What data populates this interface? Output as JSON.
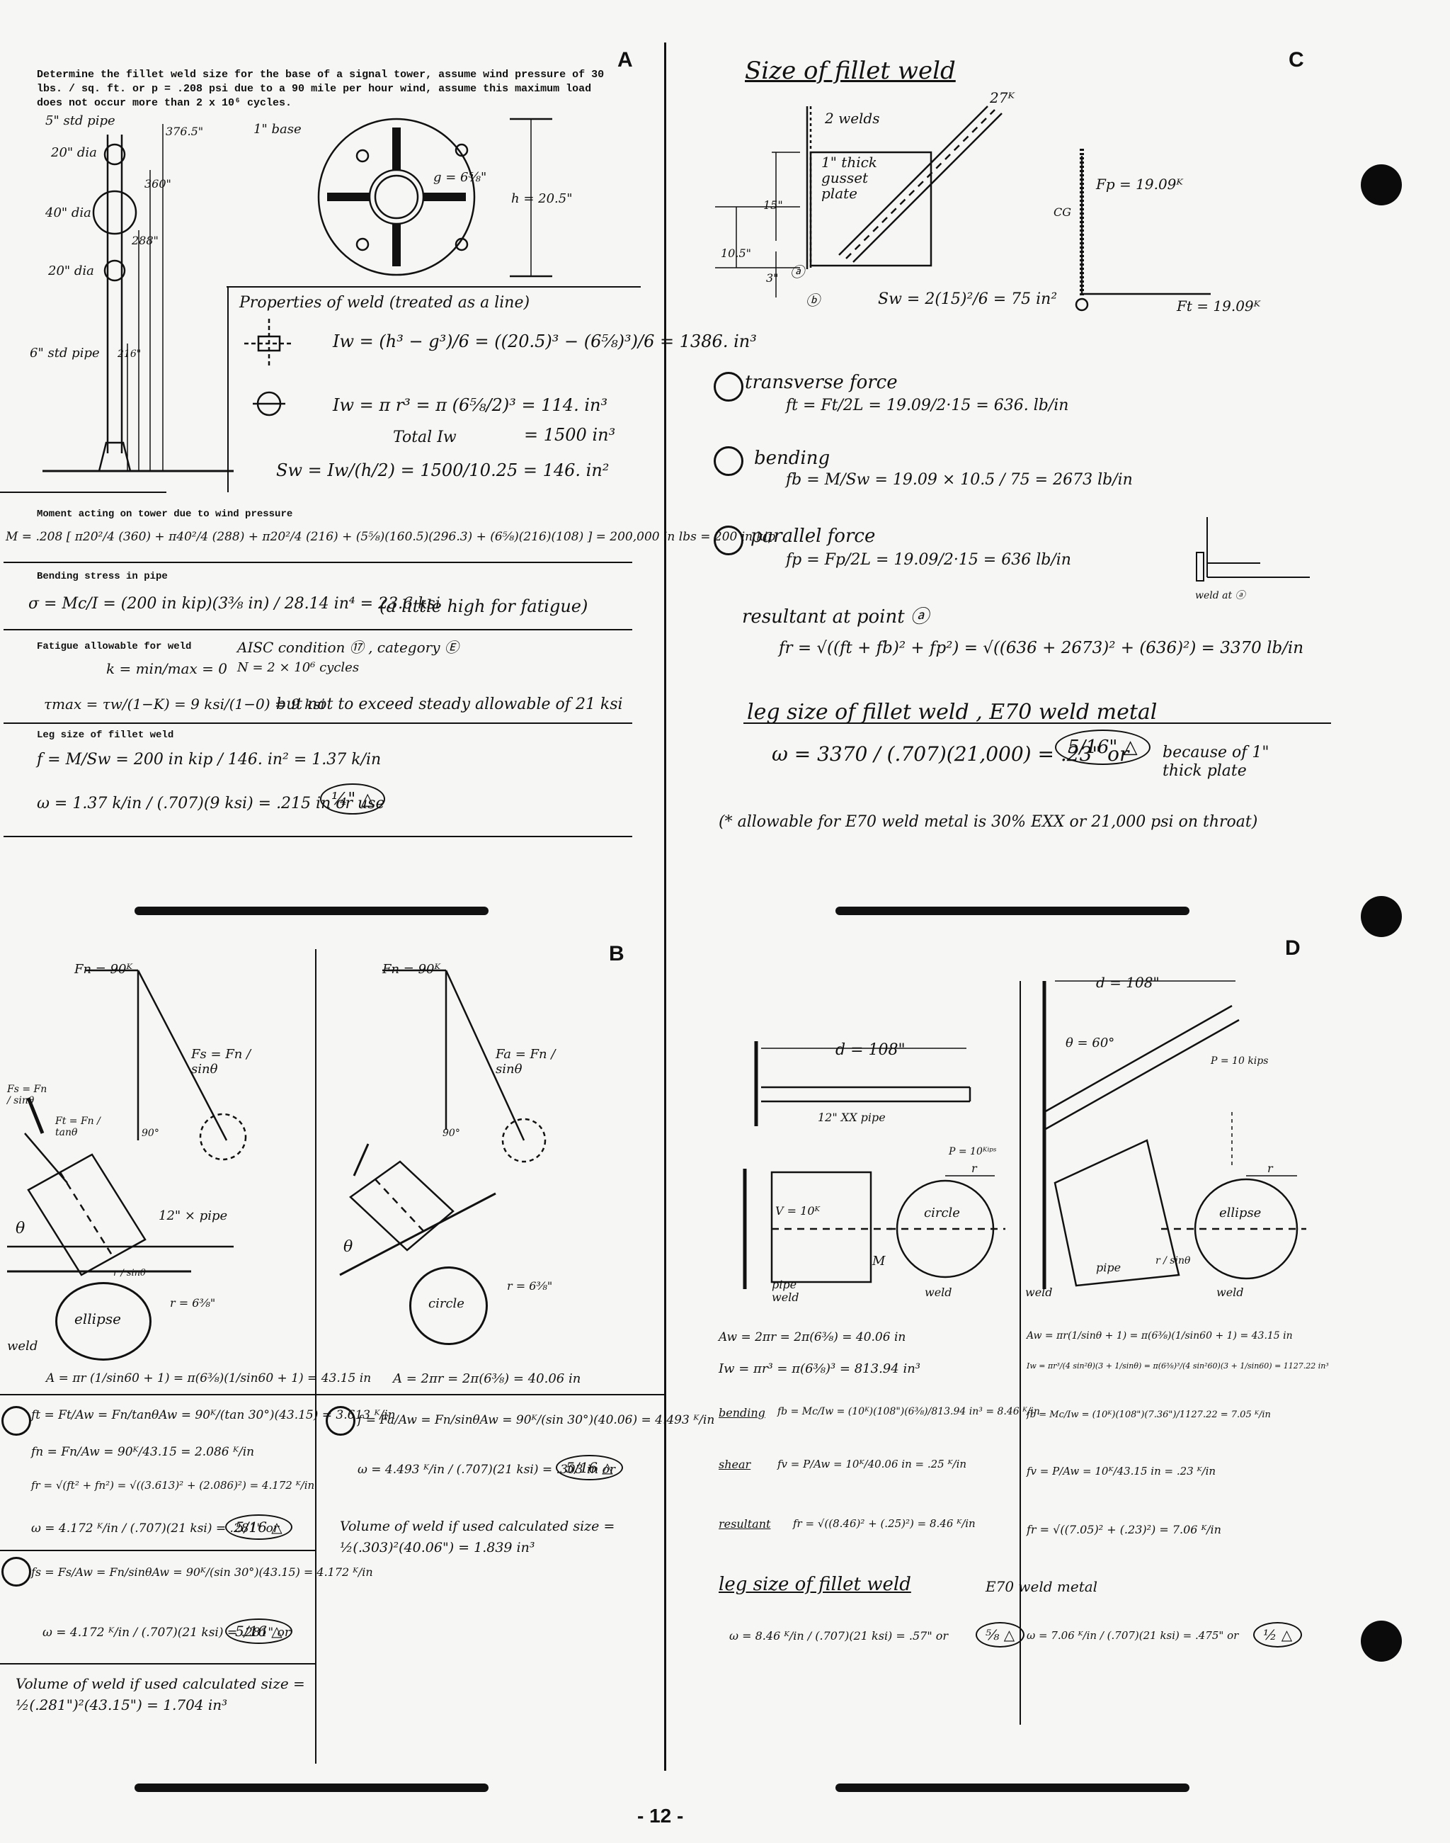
{
  "sections": {
    "a": "A",
    "b": "B",
    "c": "C",
    "d": "D"
  },
  "page_number": "- 12 -",
  "A": {
    "problem": "Determine the fillet weld size for the base of a signal tower, assume wind pressure of 30 lbs. / sq. ft. or p = .208 psi due to a 90 mile per hour wind, assume this maximum load does not occur more than 2 x 10⁶ cycles.",
    "tower_labels": [
      "5\" std pipe",
      "20\" dia",
      "40\" dia",
      "20\" dia",
      "6\" std pipe",
      "376.5\"",
      "360\"",
      "288\"",
      "216\""
    ],
    "base_plate_label": "1\" base",
    "g_label": "g = 6⅝\"",
    "h_label": "h = 20.5\"",
    "props_title": "Properties of weld (treated as a line)",
    "iw1": "Iw = (h³ − g³)/6 = ((20.5)³ − (6⅝)³)/6 = 1386. in³",
    "iw2": "Iw = π r³ = π (6⅝/2)³ = 114. in³",
    "total_label": "Total Iw",
    "total_value": "= 1500 in³",
    "sw": "Sw = Iw/(h/2) = 1500/10.25 = 146. in²",
    "moment_heading": "Moment acting on tower due to wind pressure",
    "moment_eq": "M = .208 [ π20²/4 (360) + π40²/4 (288) + π20²/4 (216) + (5⅝)(160.5)(296.3) + (6⅝)(216)(108) ] = 200,000 in lbs = 200 in kip",
    "bending_heading": "Bending stress in pipe",
    "bending_eq": "σ = Mc/I = (200 in kip)(3⅜ in) / 28.14 in⁴ = 23.6 ksi",
    "bending_note": "(a little high for fatigue)",
    "fatigue_heading": "Fatigue allowable for weld",
    "fatigue_cond": "AISC condition ⑰ , category Ⓔ",
    "k_eq": "k = min/max = 0",
    "n_eq": "N = 2 × 10⁶ cycles",
    "tmax_eq": "τmax = τw/(1−K) = 9 ksi/(1−0) = 9 ksi",
    "tmax_note": "but not to exceed steady allowable of 21 ksi",
    "leg_heading": "Leg size of fillet weld",
    "f_eq": "f = M/Sw = 200 in kip / 146. in² = 1.37 k/in",
    "w_eq": "ω = 1.37 k/in / (.707)(9 ksi) = .215 in or use",
    "w_use": "¼\""
  },
  "B": {
    "fn_label": "Fn = 90ᴷ",
    "fs_label": "Fs = Fn / sinθ",
    "fa_label": "Fa = Fn / sinθ",
    "fs_left": "Fs = Fn / sinθ",
    "ft_left": "Ft = Fn / tanθ",
    "angle": "90°",
    "theta": "θ",
    "pipe_label": "12\" × pipe",
    "ellipse": "ellipse",
    "circle": "circle",
    "weld": "weld",
    "r_sin": "r / sinθ",
    "r_val": "r = 6⅜\"",
    "r_val2": "r = 6⅜\"",
    "a_ellipse": "A = πr (1/sin60 + 1) = π(6⅜)(1/sin60 + 1) = 43.15 in",
    "a_circle": "A = 2πr = 2π(6⅜) = 40.06 in",
    "ft_eq": "ft = Ft/Aw = Fn/tanθAw = 90ᴷ/(tan 30°)(43.15) = 3.613 ᴷ/in",
    "fn_eq": "fn = Fn/Aw = 90ᴷ/43.15 = 2.086 ᴷ/in",
    "fr_eq": "fr = √(ft² + fn²) = √((3.613)² + (2.086)²) = 4.172 ᴷ/in",
    "w1_eq": "ω = 4.172 ᴷ/in / (.707)(21 ksi) = .281\" or",
    "w1_use": "5/16",
    "f_circle": "f = Fa/Aw = Fn/sinθAw = 90ᴷ/(sin 30°)(40.06) = 4.493 ᴷ/in",
    "w_circle": "ω = 4.493 ᴷ/in / (.707)(21 ksi) = .303 in or",
    "w_circle_use": "5/16",
    "vol_circle": "Volume of weld if used calculated size = ½(.303)²(40.06\") = 1.839 in³",
    "f2_eq": "fs = Fs/Aw = Fn/sinθAw = 90ᴷ/(sin 30°)(43.15) = 4.172 ᴷ/in",
    "w2_eq": "ω = 4.172 ᴷ/in / (.707)(21 ksi) = .281\" or",
    "w2_use": "5/16",
    "vol_ellipse": "Volume of weld if used calculated size = ½(.281\")²(43.15\") = 1.704 in³"
  },
  "C": {
    "title": "Size of fillet weld",
    "load": "27ᴷ",
    "welds": "2 welds",
    "gusset": "1\" thick gusset plate",
    "dims": [
      "15\"",
      "10.5\"",
      "3\""
    ],
    "pa": "ⓐ",
    "pb": "ⓑ",
    "sw": "Sw = 2(15)²/6 = 75 in²",
    "cg": "CG",
    "fp": "Fp = 19.09ᴷ",
    "ft": "Ft = 19.09ᴷ",
    "step1_label": "transverse force",
    "step1_eq": "ft = Ft/2L = 19.09/2·15 = 636. lb/in",
    "step2_label": "bending",
    "step2_eq": "fb = M/Sw = 19.09 × 10.5 / 75 = 2673 lb/in",
    "step3_label": "parallel force",
    "step3_eq": "fp = Fp/2L = 19.09/2·15 = 636 lb/in",
    "weld_at": "weld at ⓐ",
    "resultant_label": "resultant at point ⓐ",
    "resultant_eq": "fr = √((ft + fb)² + fp²) = √((636 + 2673)² + (636)²) = 3370 lb/in",
    "leg_label": "leg size of fillet weld ,  E70 weld metal",
    "w_eq": "ω = 3370 / (.707)(21,000) = .23\"   or",
    "w_use": "5/16\"",
    "w_reason": "because of 1\" thick plate",
    "footnote": "(* allowable for E70 weld metal is 30% EXX or 21,000 psi on throat)"
  },
  "D": {
    "d_left": "d = 108\"",
    "d_right": "d = 108\"",
    "theta": "θ = 60°",
    "p_right": "P = 10 kips",
    "pipe": "12\" XX pipe",
    "p_left": "P = 10ᴷⁱᵖˢ",
    "r": "r",
    "v": "V = 10ᴷ",
    "m": "M",
    "circle": "circle",
    "ellipse": "ellipse",
    "pipe_weld": "pipe weld",
    "weld": "weld",
    "pipe2": "pipe",
    "r_sin": "r / sinθ",
    "aw_left": "Aw = 2πr = 2π(6⅜) = 40.06 in",
    "iw_left": "Iw = πr³ = π(6⅜)³ = 813.94 in³",
    "bend_label": "bending",
    "bend_left": "fb = Mc/Iw = (10ᴷ)(108\")(6⅜)/813.94 in³ = 8.46 ᴷ/in",
    "shear_label": "shear",
    "shear_left": "fv = P/Aw = 10ᴷ/40.06 in = .25 ᴷ/in",
    "res_label": "resultant",
    "res_left": "fr = √((8.46)² + (.25)²) = 8.46 ᴷ/in",
    "aw_right": "Aw = πr(1/sinθ + 1) = π(6⅜)(1/sin60 + 1) = 43.15 in",
    "iw_right": "Iw = πr³/(4 sin²θ)(3 + 1/sinθ) = π(6⅜)³/(4 sin²60)(3 + 1/sin60) = 1127.22 in³",
    "bend_right": "fb = Mc/Iw = (10ᴷ)(108\")(7.36\")/1127.22 = 7.05 ᴷ/in",
    "shear_right": "fv = P/Aw = 10ᴷ/43.15 in = .23 ᴷ/in",
    "res_right": "fr = √((7.05)² + (.23)²) = 7.06 ᴷ/in",
    "leg_label": "leg size of fillet weld",
    "e70": "E70 weld metal",
    "w_left": "ω = 8.46 ᴷ/in / (.707)(21 ksi) = .57\" or",
    "w_left_use": "⅝",
    "w_right": "ω = 7.06 ᴷ/in / (.707)(21 ksi) = .475\" or",
    "w_right_use": "½"
  }
}
